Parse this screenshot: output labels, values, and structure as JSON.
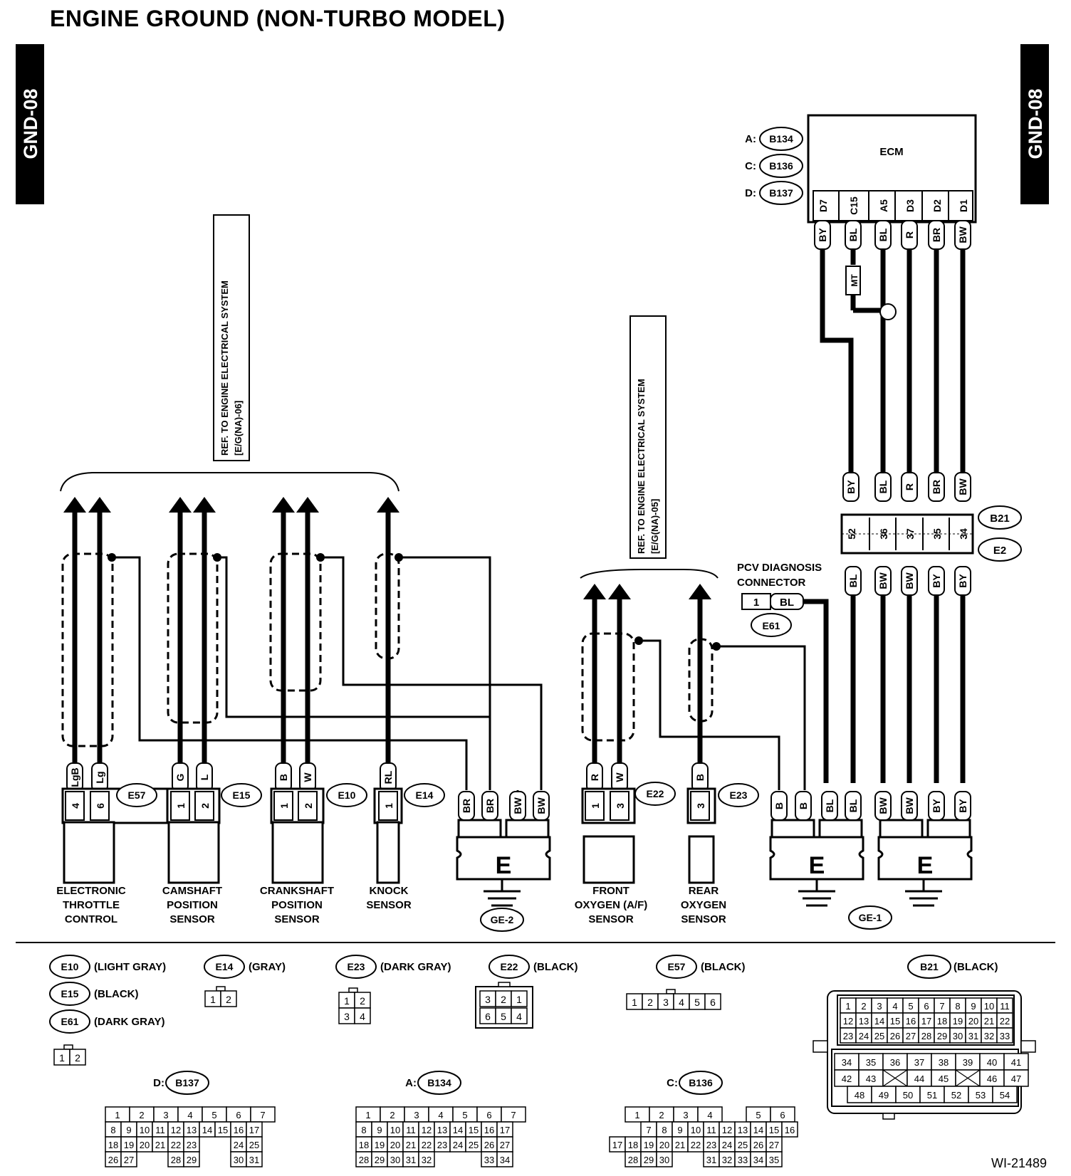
{
  "title": "ENGINE GROUND (NON-TURBO MODEL)",
  "page_tag": "GND-08",
  "figure_id": "WI-21489",
  "ecm": {
    "label": "ECM",
    "connectors": [
      {
        "prefix": "A:",
        "id": "B134"
      },
      {
        "prefix": "C:",
        "id": "B136"
      },
      {
        "prefix": "D:",
        "id": "B137"
      }
    ],
    "pins": [
      "D7",
      "C15",
      "A5",
      "D3",
      "D2",
      "D1"
    ],
    "wire_colors": [
      "BY",
      "BL",
      "BL",
      "R",
      "BR",
      "BW"
    ],
    "mt_label": "MT"
  },
  "refs": {
    "ref1": {
      "line1": "REF. TO ENGINE ELECTRICAL SYSTEM",
      "line2": "[E/G(NA)-06]"
    },
    "ref2": {
      "line1": "REF. TO ENGINE ELECTRICAL SYSTEM",
      "line2": "[E/G(NA)-05]"
    }
  },
  "b21_e2": {
    "b21": "B21",
    "e2": "E2",
    "top_colors": [
      "BY",
      "BL",
      "R",
      "BR",
      "BW"
    ],
    "pins": [
      "52",
      "36",
      "37",
      "35",
      "34"
    ],
    "bottom_colors": [
      "BL",
      "BW",
      "BW",
      "BY",
      "BY"
    ]
  },
  "pcv": {
    "line1": "PCV DIAGNOSIS",
    "line2": "CONNECTOR",
    "pin": "1",
    "color": "BL",
    "conn": "E61"
  },
  "components": [
    {
      "conn": "E57",
      "colors": [
        "LgB",
        "Lg"
      ],
      "pins": [
        "4",
        "6"
      ],
      "name": [
        "ELECTRONIC",
        "THROTTLE",
        "CONTROL"
      ]
    },
    {
      "conn": "E15",
      "colors": [
        "G",
        "L"
      ],
      "pins": [
        "1",
        "2"
      ],
      "name": [
        "CAMSHAFT",
        "POSITION",
        "SENSOR"
      ]
    },
    {
      "conn": "E10",
      "colors": [
        "B",
        "W"
      ],
      "pins": [
        "1",
        "2"
      ],
      "name": [
        "CRANKSHAFT",
        "POSITION",
        "SENSOR"
      ]
    },
    {
      "conn": "E14",
      "colors": [
        "RL"
      ],
      "pins": [
        "1"
      ],
      "name": [
        "KNOCK",
        "SENSOR"
      ]
    },
    {
      "conn": "E22",
      "colors": [
        "R",
        "W"
      ],
      "pins": [
        "1",
        "3"
      ],
      "name": [
        "FRONT",
        "OXYGEN (A/F)",
        "SENSOR"
      ]
    },
    {
      "conn": "E23",
      "colors": [
        "B"
      ],
      "pins": [
        "3"
      ],
      "name": [
        "REAR",
        "OXYGEN",
        "SENSOR"
      ]
    }
  ],
  "grounds": {
    "ge2": {
      "label": "GE-2",
      "letter": "E",
      "colors": [
        "BR",
        "BR",
        "BW",
        "BW"
      ]
    },
    "ge1a": {
      "letter": "E",
      "colors": [
        "B",
        "B",
        "BL",
        "BL"
      ]
    },
    "ge1b": {
      "letter": "E",
      "colors": [
        "BW",
        "BW",
        "BY",
        "BY"
      ]
    },
    "ge1_label": "GE-1"
  },
  "legend": {
    "e10": {
      "id": "E10",
      "color": "(LIGHT GRAY)"
    },
    "e15": {
      "id": "E15",
      "color": "(BLACK)"
    },
    "e61": {
      "id": "E61",
      "color": "(DARK GRAY)",
      "cells": [
        "1",
        "2"
      ]
    },
    "e14": {
      "id": "E14",
      "color": "(GRAY)",
      "cells": [
        "1",
        "2"
      ]
    },
    "e23": {
      "id": "E23",
      "color": "(DARK GRAY)",
      "cells": [
        "1",
        "2",
        "3",
        "4"
      ]
    },
    "e22": {
      "id": "E22",
      "color": "(BLACK)",
      "cells": [
        "3",
        "2",
        "1",
        "6",
        "5",
        "4"
      ]
    },
    "e57": {
      "id": "E57",
      "color": "(BLACK)",
      "cells": [
        "1",
        "2",
        "3",
        "4",
        "5",
        "6"
      ]
    },
    "b21": {
      "id": "B21",
      "color": "(BLACK)",
      "rows": [
        [
          "1",
          "2",
          "3",
          "4",
          "5",
          "6",
          "7",
          "8",
          "9",
          "10",
          "11"
        ],
        [
          "12",
          "13",
          "14",
          "15",
          "16",
          "17",
          "18",
          "19",
          "20",
          "21",
          "22"
        ],
        [
          "23",
          "24",
          "25",
          "26",
          "27",
          "28",
          "29",
          "30",
          "31",
          "32",
          "33"
        ],
        [
          "34",
          "35",
          "36",
          "37",
          "38",
          "39",
          "40",
          "41"
        ],
        [
          "42",
          "43",
          "",
          "44",
          "45",
          "",
          "46",
          "47"
        ],
        [
          "48",
          "49",
          "50",
          "51",
          "52",
          "53",
          "54"
        ]
      ]
    },
    "b137": {
      "prefix": "D:",
      "id": "B137",
      "rows": [
        [
          "1",
          "2",
          "3",
          "4",
          "5",
          "6",
          "7"
        ],
        [
          "8",
          "9",
          "10",
          "11",
          "12",
          "13",
          "14",
          "15",
          "16",
          "17"
        ],
        [
          "18",
          "19",
          "20",
          "21",
          "22",
          "23",
          "",
          "",
          "24",
          "25"
        ],
        [
          "26",
          "27",
          "",
          "",
          "28",
          "29",
          "",
          "",
          "30",
          "31"
        ]
      ]
    },
    "b134": {
      "prefix": "A:",
      "id": "B134",
      "rows": [
        [
          "1",
          "2",
          "3",
          "4",
          "5",
          "6",
          "7"
        ],
        [
          "8",
          "9",
          "10",
          "11",
          "12",
          "13",
          "14",
          "15",
          "16",
          "17"
        ],
        [
          "18",
          "19",
          "20",
          "21",
          "22",
          "23",
          "24",
          "25",
          "26",
          "27"
        ],
        [
          "28",
          "29",
          "30",
          "31",
          "32",
          "",
          "",
          "",
          "33",
          "34"
        ]
      ]
    },
    "b136": {
      "prefix": "C:",
      "id": "B136",
      "rows": [
        [
          "1",
          "2",
          "3",
          "4",
          "",
          "5",
          "6"
        ],
        [
          "7",
          "8",
          "9",
          "10",
          "11",
          "12",
          "13",
          "14",
          "15",
          "16"
        ],
        [
          "17",
          "18",
          "19",
          "20",
          "21",
          "22",
          "23",
          "24",
          "25",
          "26",
          "27"
        ],
        [
          "28",
          "29",
          "30",
          "",
          "",
          "31",
          "32",
          "33",
          "34",
          "35"
        ]
      ]
    }
  }
}
